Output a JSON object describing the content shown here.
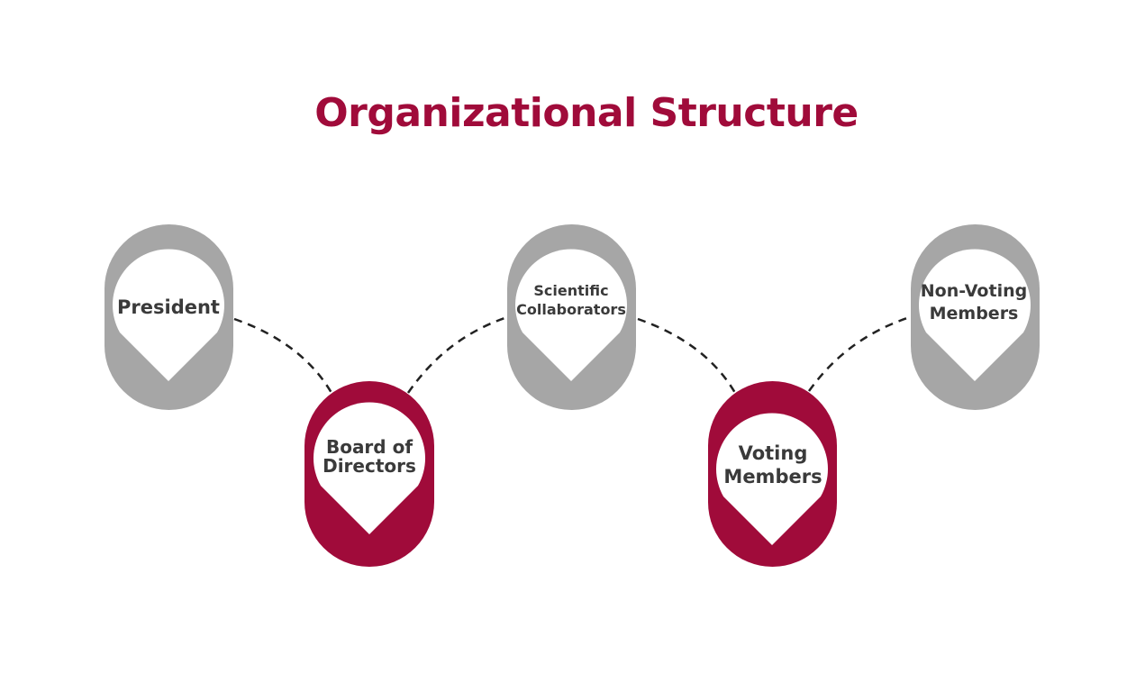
{
  "title": "Organizational Structure",
  "colors": {
    "accent": "#a00b3a",
    "gray": "#a6a6a6",
    "label_text": "#3a3a3a",
    "connector": "#222222"
  },
  "nodes": [
    {
      "id": "president",
      "label": "President",
      "color": "gray"
    },
    {
      "id": "board",
      "label": "Board of\nDirectors",
      "color": "accent"
    },
    {
      "id": "scientific",
      "label": "Scientific\nCollaborators",
      "color": "gray"
    },
    {
      "id": "voting",
      "label": "Voting\nMembers",
      "color": "accent"
    },
    {
      "id": "nonvoting",
      "label": "Non-Voting\nMembers",
      "color": "gray"
    }
  ],
  "edges": [
    {
      "from": "president",
      "to": "board"
    },
    {
      "from": "board",
      "to": "scientific"
    },
    {
      "from": "scientific",
      "to": "voting"
    },
    {
      "from": "voting",
      "to": "nonvoting"
    }
  ]
}
